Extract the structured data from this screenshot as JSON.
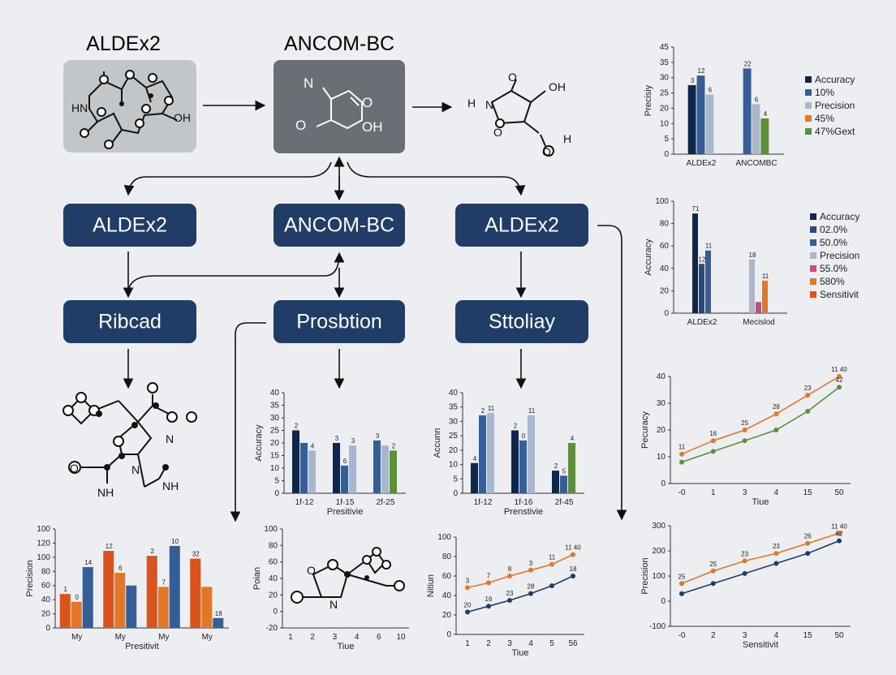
{
  "colors": {
    "navy": "#1f3d66",
    "dark_gray_box": "#6b6f75",
    "light_gray_box": "#c3c6c9",
    "bar_navy": "#0f2648",
    "bar_blue": "#355d96",
    "bar_lightblue": "#a9b6cc",
    "bar_orange": "#e2772a",
    "bar_green": "#5d8f3a",
    "bar_red": "#d9531d"
  },
  "top_labels": {
    "left": "ALDEx2",
    "center": "ANCOM-BC"
  },
  "nodes": {
    "row1": [
      "ALDEx2",
      "ANCOM-BC",
      "ALDEx2"
    ],
    "row2": [
      "Ribcad",
      "Prosbtion",
      "Sttoliay"
    ]
  },
  "molecules": {
    "box_left": {
      "labels": [
        "HN",
        "OH"
      ]
    },
    "box_center": {
      "labels": [
        "N",
        "O",
        "O",
        "OH"
      ]
    },
    "right": {
      "labels": [
        "H",
        "N",
        "O",
        "O",
        "OH",
        "H",
        "O"
      ]
    },
    "lower_left": {
      "labels": [
        "O",
        "N",
        "NH",
        "N",
        "NH"
      ]
    },
    "bottom_center": {
      "labels": [
        "N",
        "O"
      ]
    }
  },
  "chart_data": [
    {
      "id": "top-right",
      "type": "bar",
      "categories": [
        "ALDEx2",
        "ANCOMBC"
      ],
      "ylabel": "Precisiy",
      "ylim": [
        0,
        45
      ],
      "yticks": [
        0,
        5,
        10,
        20,
        25,
        30,
        35,
        45
      ],
      "series": [
        {
          "name": "Accuracy",
          "color": "#0f2648",
          "values": [
            29,
            null
          ],
          "labels": [
            "3",
            ""
          ]
        },
        {
          "name": "10%",
          "color": "#355d96",
          "values": [
            33,
            36
          ],
          "labels": [
            "12",
            "22"
          ]
        },
        {
          "name": "Precision",
          "color": "#a9b6cc",
          "values": [
            25,
            21
          ],
          "labels": [
            "6",
            "6"
          ]
        },
        {
          "name": "45%",
          "color": "#e2772a",
          "values": [
            null,
            null
          ],
          "labels": [
            "",
            ""
          ]
        },
        {
          "name": "47%Gext",
          "color": "#5d8f3a",
          "values": [
            null,
            15
          ],
          "labels": [
            "",
            "4"
          ]
        }
      ]
    },
    {
      "id": "mid-right",
      "type": "bar",
      "categories": [
        "ALDEx2",
        "Mecislod"
      ],
      "ylabel": "Accuracy",
      "ylim": [
        0,
        100
      ],
      "yticks": [
        0,
        20,
        40,
        60,
        80,
        100
      ],
      "series": [
        {
          "name": "Accuracy",
          "color": "#0f2648",
          "values": [
            89,
            null
          ],
          "labels": [
            "71",
            ""
          ]
        },
        {
          "name": "02.0%",
          "color": "#2a4a7a",
          "values": [
            44,
            null
          ],
          "labels": [
            "12",
            ""
          ]
        },
        {
          "name": "50.0%",
          "color": "#355d96",
          "values": [
            56,
            null
          ],
          "labels": [
            "11",
            ""
          ]
        },
        {
          "name": "Precision",
          "color": "#a9b6cc",
          "values": [
            null,
            48
          ],
          "labels": [
            "",
            "18"
          ]
        },
        {
          "name": "55.0%",
          "color": "#c0517a",
          "values": [
            null,
            10
          ],
          "labels": [
            "",
            ""
          ]
        },
        {
          "name": "580%",
          "color": "#e2772a",
          "values": [
            null,
            29
          ],
          "labels": [
            "",
            "11"
          ]
        },
        {
          "name": "Sensitivit",
          "color": "#d9531d",
          "values": [
            null,
            null
          ],
          "labels": [
            "",
            ""
          ]
        }
      ]
    },
    {
      "id": "center-bars",
      "type": "bar",
      "categories": [
        "1f-12",
        "1f-15",
        "2f-25"
      ],
      "xlabel": "Presitivie",
      "ylabel": "Accuracy",
      "ylim": [
        0,
        40
      ],
      "yticks": [
        0,
        5,
        10,
        15,
        20,
        25,
        30,
        35,
        40
      ],
      "series": [
        {
          "name": "",
          "color": "#0f2648",
          "values": [
            25,
            20,
            null
          ],
          "labels": [
            "2",
            "3",
            ""
          ]
        },
        {
          "name": "",
          "color": "#355d96",
          "values": [
            20,
            11,
            21
          ],
          "labels": [
            "",
            "6",
            "3"
          ]
        },
        {
          "name": "",
          "color": "#a9b6cc",
          "values": [
            17,
            19,
            19
          ],
          "labels": [
            "4",
            "3",
            ""
          ]
        },
        {
          "name": "",
          "color": "#5d8f3a",
          "values": [
            null,
            null,
            17
          ],
          "labels": [
            "",
            "",
            "2"
          ]
        }
      ]
    },
    {
      "id": "right-bars",
      "type": "bar",
      "categories": [
        "1f-12",
        "1f-16",
        "2f-45"
      ],
      "xlabel": "Prenstivie",
      "ylabel": "Accunn",
      "ylim": [
        0,
        40
      ],
      "yticks": [
        0,
        5,
        10,
        20,
        25,
        30,
        35,
        40
      ],
      "series": [
        {
          "name": "",
          "color": "#0f2648",
          "values": [
            12,
            25,
            9
          ],
          "labels": [
            "4",
            "2",
            "2"
          ]
        },
        {
          "name": "",
          "color": "#355d96",
          "values": [
            31,
            21,
            7
          ],
          "labels": [
            "2",
            "0",
            "5"
          ]
        },
        {
          "name": "",
          "color": "#a9b6cc",
          "values": [
            32,
            31,
            null
          ],
          "labels": [
            "11",
            "11",
            ""
          ]
        },
        {
          "name": "",
          "color": "#5d8f3a",
          "values": [
            null,
            null,
            20
          ],
          "labels": [
            "",
            "",
            "4"
          ]
        }
      ]
    },
    {
      "id": "bottom-left",
      "type": "bar",
      "categories": [
        "My",
        "My",
        "My",
        "My"
      ],
      "xlabel": "Presitivit",
      "ylabel": "Precision",
      "ylim": [
        0,
        140
      ],
      "yticks": [
        0,
        20,
        40,
        60,
        80,
        100,
        120,
        100
      ],
      "series": [
        {
          "name": "",
          "color": "#d9531d",
          "values": [
            48,
            109,
            102,
            98
          ],
          "labels": [
            "1",
            "12",
            "2",
            "32"
          ]
        },
        {
          "name": "",
          "color": "#e2772a",
          "values": [
            37,
            78,
            58,
            58
          ],
          "labels": [
            "0",
            "6",
            "7",
            ""
          ]
        },
        {
          "name": "",
          "color": "#355d96",
          "values": [
            86,
            60,
            116,
            14
          ],
          "labels": [
            "14",
            "",
            "10",
            "18"
          ]
        }
      ]
    },
    {
      "id": "right-line",
      "type": "line",
      "x": [
        "-0",
        "1",
        "3",
        "4",
        "15",
        "50"
      ],
      "xlabel": "Tiue",
      "ylabel": "Pecuracy",
      "ylim": [
        0,
        40
      ],
      "yticks": [
        0,
        10,
        20,
        30,
        40
      ],
      "series": [
        {
          "name": "",
          "color": "#e2772a",
          "values": [
            11,
            16,
            20,
            26,
            33,
            40
          ],
          "labels": [
            "11",
            "16",
            "25",
            "28",
            "23",
            "11 40"
          ]
        },
        {
          "name": "",
          "color": "#5d8f3a",
          "values": [
            8,
            12,
            16,
            20,
            27,
            36
          ],
          "labels": [
            "",
            "",
            "",
            "",
            "",
            "42"
          ]
        }
      ]
    },
    {
      "id": "bottom-center-line",
      "type": "line",
      "x": [
        "1",
        "2",
        "3",
        "4",
        "5",
        "56"
      ],
      "xlabel": "Tiue",
      "ylabel": "Nitiun",
      "ylim": [
        0,
        100
      ],
      "yticks": [
        0,
        20,
        40,
        60,
        80,
        100
      ],
      "series": [
        {
          "name": "",
          "color": "#e2772a",
          "values": [
            48,
            53,
            60,
            66,
            72,
            82
          ],
          "labels": [
            "3",
            "7",
            "8",
            "3",
            "11",
            "11 40"
          ]
        },
        {
          "name": "",
          "color": "#1f3d66",
          "values": [
            23,
            29,
            35,
            42,
            50,
            60
          ],
          "labels": [
            "20",
            "16",
            "23",
            "28",
            "",
            "18"
          ]
        }
      ]
    },
    {
      "id": "bottom-right-line",
      "type": "line",
      "x": [
        "-0",
        "2",
        "3",
        "4",
        "15",
        "50"
      ],
      "xlabel": "Sensitivit",
      "ylabel": "Precision",
      "ylim": [
        -100,
        300
      ],
      "yticks": [
        -100,
        0,
        100,
        200,
        300
      ],
      "series": [
        {
          "name": "",
          "color": "#e2772a",
          "values": [
            70,
            120,
            160,
            190,
            230,
            270
          ],
          "labels": [
            "25",
            "25",
            "23",
            "23",
            "26",
            "11 40"
          ]
        },
        {
          "name": "",
          "color": "#1f3d66",
          "values": [
            30,
            70,
            110,
            150,
            190,
            240
          ],
          "labels": [
            "",
            "",
            "",
            "",
            "",
            "62"
          ]
        }
      ]
    },
    {
      "id": "bottom-center-axes",
      "type": "scatter",
      "x": [
        "1",
        "2",
        "3",
        "4",
        "6",
        "10"
      ],
      "xlabel": "Tiue",
      "ylabel": "Poian",
      "ylim": [
        -20,
        100
      ],
      "yticks": [
        -20,
        0,
        20,
        40,
        60,
        80,
        100
      ],
      "series": []
    }
  ]
}
